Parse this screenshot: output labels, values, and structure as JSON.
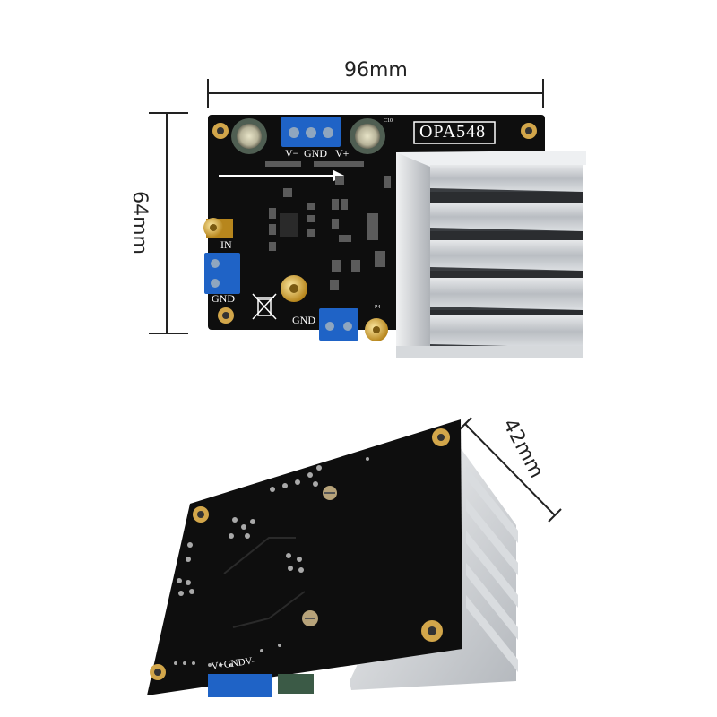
{
  "dimensions": {
    "width": "96mm",
    "height": "64mm",
    "depth": "42mm"
  },
  "top_board": {
    "chip_label": "OPA548",
    "power_labels": {
      "vminus": "V−",
      "gnd": "GND",
      "vplus": "V+"
    },
    "in_label": "IN",
    "gnd_left": "GND",
    "gnd_bottom": "GND",
    "cap_label": "C10",
    "port_label": "P4"
  },
  "bottom_board": {
    "silk_label": "V+GNDV-"
  },
  "colors": {
    "pcb": "#0e0e0e",
    "terminal_blue": "#1f63c6",
    "heatsink": "#c9ccd0",
    "gold": "#d4a437"
  }
}
